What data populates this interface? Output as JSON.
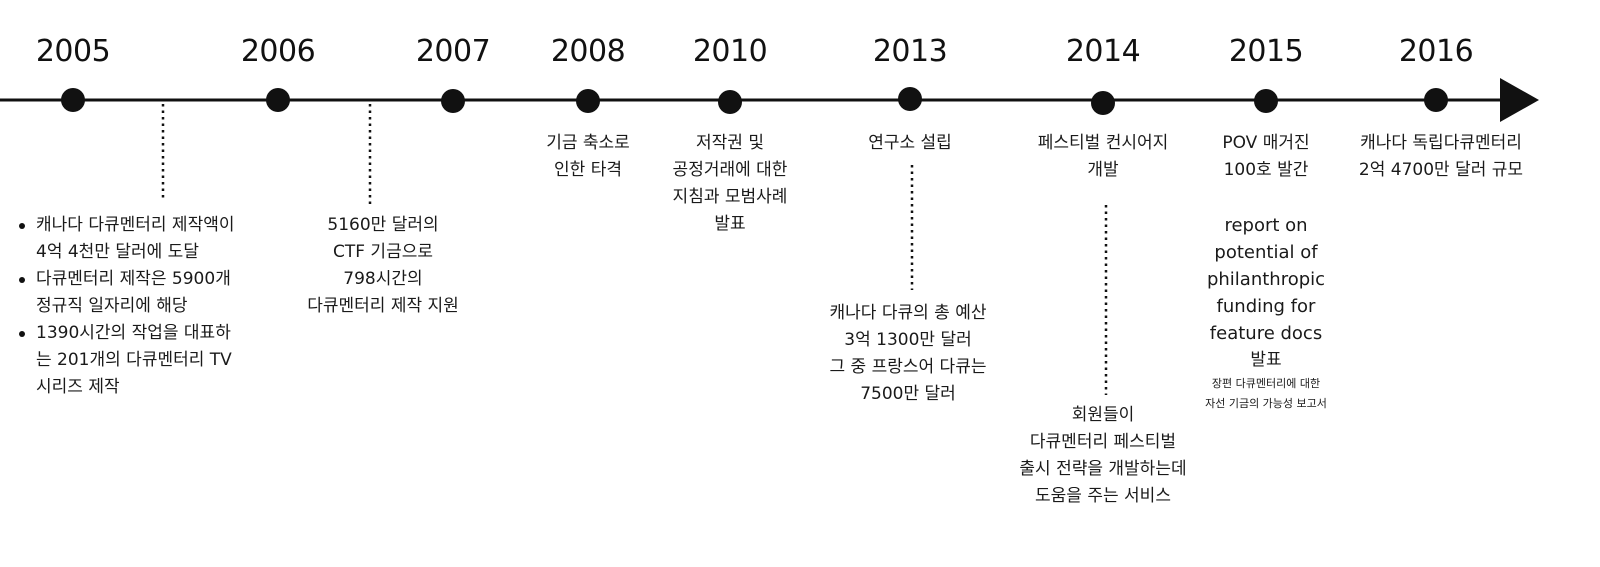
{
  "years": [
    "2005",
    "2006",
    "2007",
    "2008",
    "2010",
    "2013",
    "2014",
    "2015",
    "2016"
  ],
  "notes": {
    "y2005_bullets": [
      [
        "캐나다 다큐멘터리 제작액이",
        "4억 4천만 달러에 도달"
      ],
      [
        "다큐멘터리 제작은 5900개",
        "정규직 일자리에 해당"
      ],
      [
        "1390시간의 작업을 대표하",
        "는 201개의 다큐멘터리 TV",
        "시리즈 제작"
      ]
    ],
    "y2006": [
      "5160만 달러의",
      "CTF 기금으로",
      "798시간의",
      "다큐멘터리 제작 지원"
    ],
    "y2008": [
      "기금 축소로",
      "인한 타격"
    ],
    "y2010": [
      "저작권 및",
      "공정거래에 대한",
      "지침과 모범사례",
      "발표"
    ],
    "y2013_top": [
      "연구소 설립"
    ],
    "y2013_bottom": [
      "캐나다 다큐의 총 예산",
      "3억 1300만 달러",
      "그 중 프랑스어 다큐는",
      "7500만 달러"
    ],
    "y2014_top": [
      "페스티벌 컨시어지",
      "개발"
    ],
    "y2014_bottom": [
      "회원들이",
      "다큐멘터리 페스티벌",
      "출시 전략을 개발하는데",
      "도움을 주는 서비스"
    ],
    "y2015_top": [
      "POV 매거진",
      "100호 발간"
    ],
    "y2015_en": [
      "report on",
      "potential of",
      "philanthropic",
      "funding for",
      "feature docs"
    ],
    "y2015_ko": [
      "발표"
    ],
    "y2015_tiny": [
      "장편 다큐멘터리에 대한",
      "자선 기금의 가능성  보고서"
    ],
    "y2016": [
      "캐나다 독립다큐멘터리",
      "2억 4700만 달러 규모"
    ]
  },
  "colors": {
    "line": "#111111",
    "dot": "#111111",
    "text": "#1a1a1a"
  }
}
